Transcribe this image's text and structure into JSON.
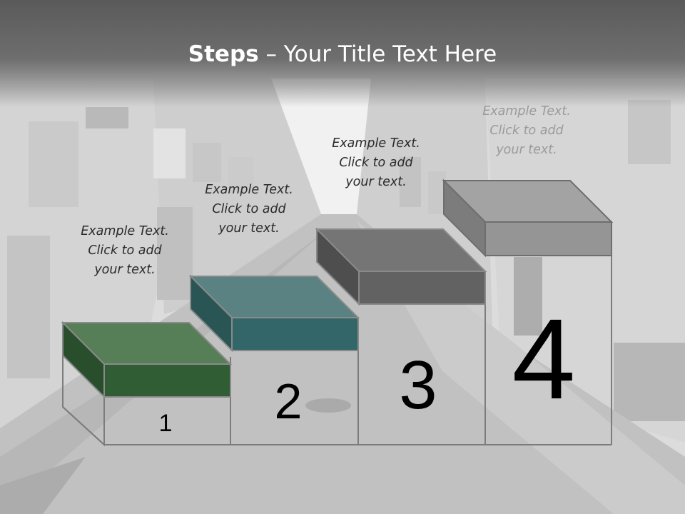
{
  "title": {
    "bold": "Steps",
    "rest": " – Your Title Text Here"
  },
  "steps": [
    {
      "number": "1",
      "caption": [
        "Example Text.",
        "Click  to add",
        "your text."
      ],
      "top_color": "#567f58",
      "front_color": "#305d33",
      "side_color": "#294e2b"
    },
    {
      "number": "2",
      "caption": [
        "Example Text.",
        "Click  to add",
        "your text."
      ],
      "top_color": "#5b8282",
      "front_color": "#336669",
      "side_color": "#295555"
    },
    {
      "number": "3",
      "caption": [
        "Example Text.",
        "Click  to add",
        "your text."
      ],
      "top_color": "#757575",
      "front_color": "#626262",
      "side_color": "#4e4e4e"
    },
    {
      "number": "4",
      "caption": [
        "Example Text.",
        "Click  to add",
        "your text."
      ],
      "top_color": "#a3a3a3",
      "front_color": "#959595",
      "side_color": "#7c7c7c"
    }
  ]
}
